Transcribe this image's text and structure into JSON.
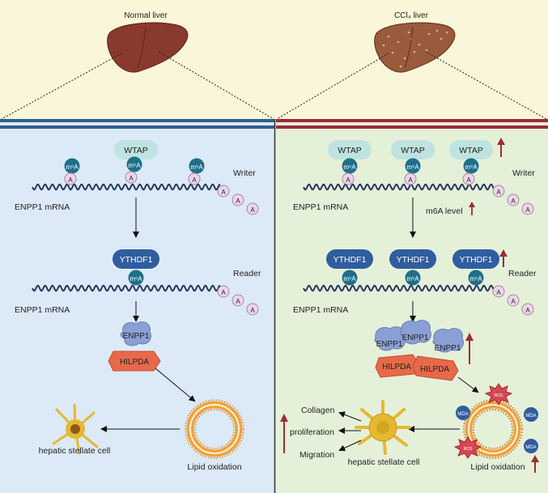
{
  "top": {
    "normal_title": "Normal liver",
    "disease_title": "CCl₄  liver"
  },
  "left": {
    "writer_label": "Writer",
    "reader_label": "Reader",
    "mrna_label_1": "ENPP1 mRNA",
    "mrna_label_2": "ENPP1 mRNA",
    "wtap": "WTAP",
    "m6a": "m⁶A",
    "a": "A",
    "ythdf1": "YTHDF1",
    "enpp1": "ENPP1",
    "hilpda": "HILPDA",
    "stellate_label": "hepatic stellate cell",
    "lipid_label": "Lipid oxidation"
  },
  "right": {
    "writer_label": "Writer",
    "reader_label": "Reader",
    "mrna_label_1": "ENPP1 mRNA",
    "mrna_label_2": "ENPP1 mRNA",
    "m6a_level": "m6A level",
    "wtap": "WTAP",
    "m6a": "m⁶A",
    "a": "A",
    "ythdf1": "YTHDF1",
    "enpp1": "ENPP1",
    "hilpda": "HILPDA",
    "collagen": "Collagen",
    "proliferation": "proliferation",
    "migration": "Migration",
    "stellate_label": "hepatic stellate cell",
    "lipid_label": "Lipid oxidation",
    "mda": "MDA",
    "ros": "ROS"
  },
  "colors": {
    "top_bg": "#f9f6d9",
    "left_bg": "#dceaf7",
    "right_bg": "#e5f0d9",
    "left_band": "#2f5d8c",
    "right_band": "#9c2b3a",
    "mrna": "#26365c",
    "up_arrow": "#9c2b3a",
    "wtap_fill": "#bfe3e0",
    "m6a_fill": "#1f6f8b",
    "a_fill": "#ecd6ea",
    "ythdf1_fill": "#2f5d9e",
    "enpp1_fill": "#8aa0d4",
    "hilpda_fill": "#e66a4a",
    "vesicle": "#f0a23c",
    "stellate": "#e5b832",
    "mda_fill": "#2f5d9e",
    "ros_fill": "#d6474f"
  }
}
